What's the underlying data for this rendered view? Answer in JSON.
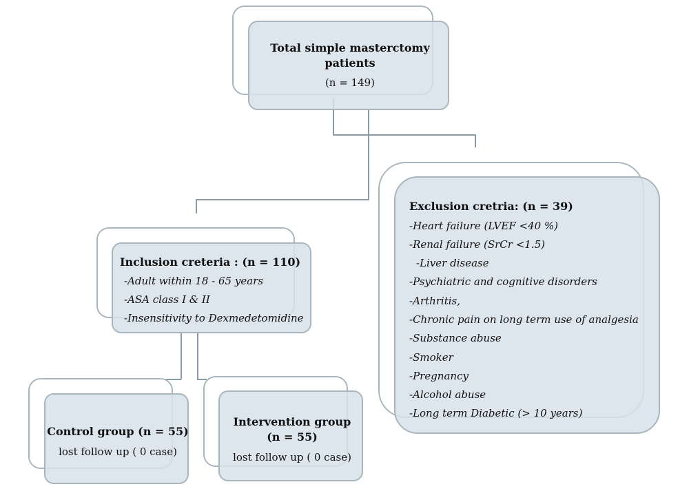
{
  "total": {
    "title_line1": "Total simple masterctomy",
    "title_line2": "patients",
    "count": "(n = 149)"
  },
  "exclusion": {
    "title": "Exclusion cretria: (n = 39)",
    "items": [
      "-Heart failure (LVEF <40 %)",
      "-Renal failure (SrCr <1.5)",
      "-Liver disease",
      "-Psychiatric and cognitive disorders",
      "-Arthritis,",
      "-Chronic pain on long term use of analgesia",
      "-Substance abuse",
      "-Smoker",
      "-Pregnancy",
      "-Alcohol abuse",
      "-Long term Diabetic (> 10 years)"
    ]
  },
  "inclusion": {
    "title": "Inclusion creteria : (n = 110)",
    "items": [
      "-Adult within 18 - 65 years",
      "-ASA class I & II",
      "-Insensitivity to Dexmedetomidine"
    ]
  },
  "control": {
    "title": "Control group (n = 55)",
    "followup": "lost follow up ( 0 case)"
  },
  "intervention": {
    "title_line1": "Intervention group",
    "title_line2": "(n = 55)",
    "followup": "lost follow up ( 0 case)"
  }
}
